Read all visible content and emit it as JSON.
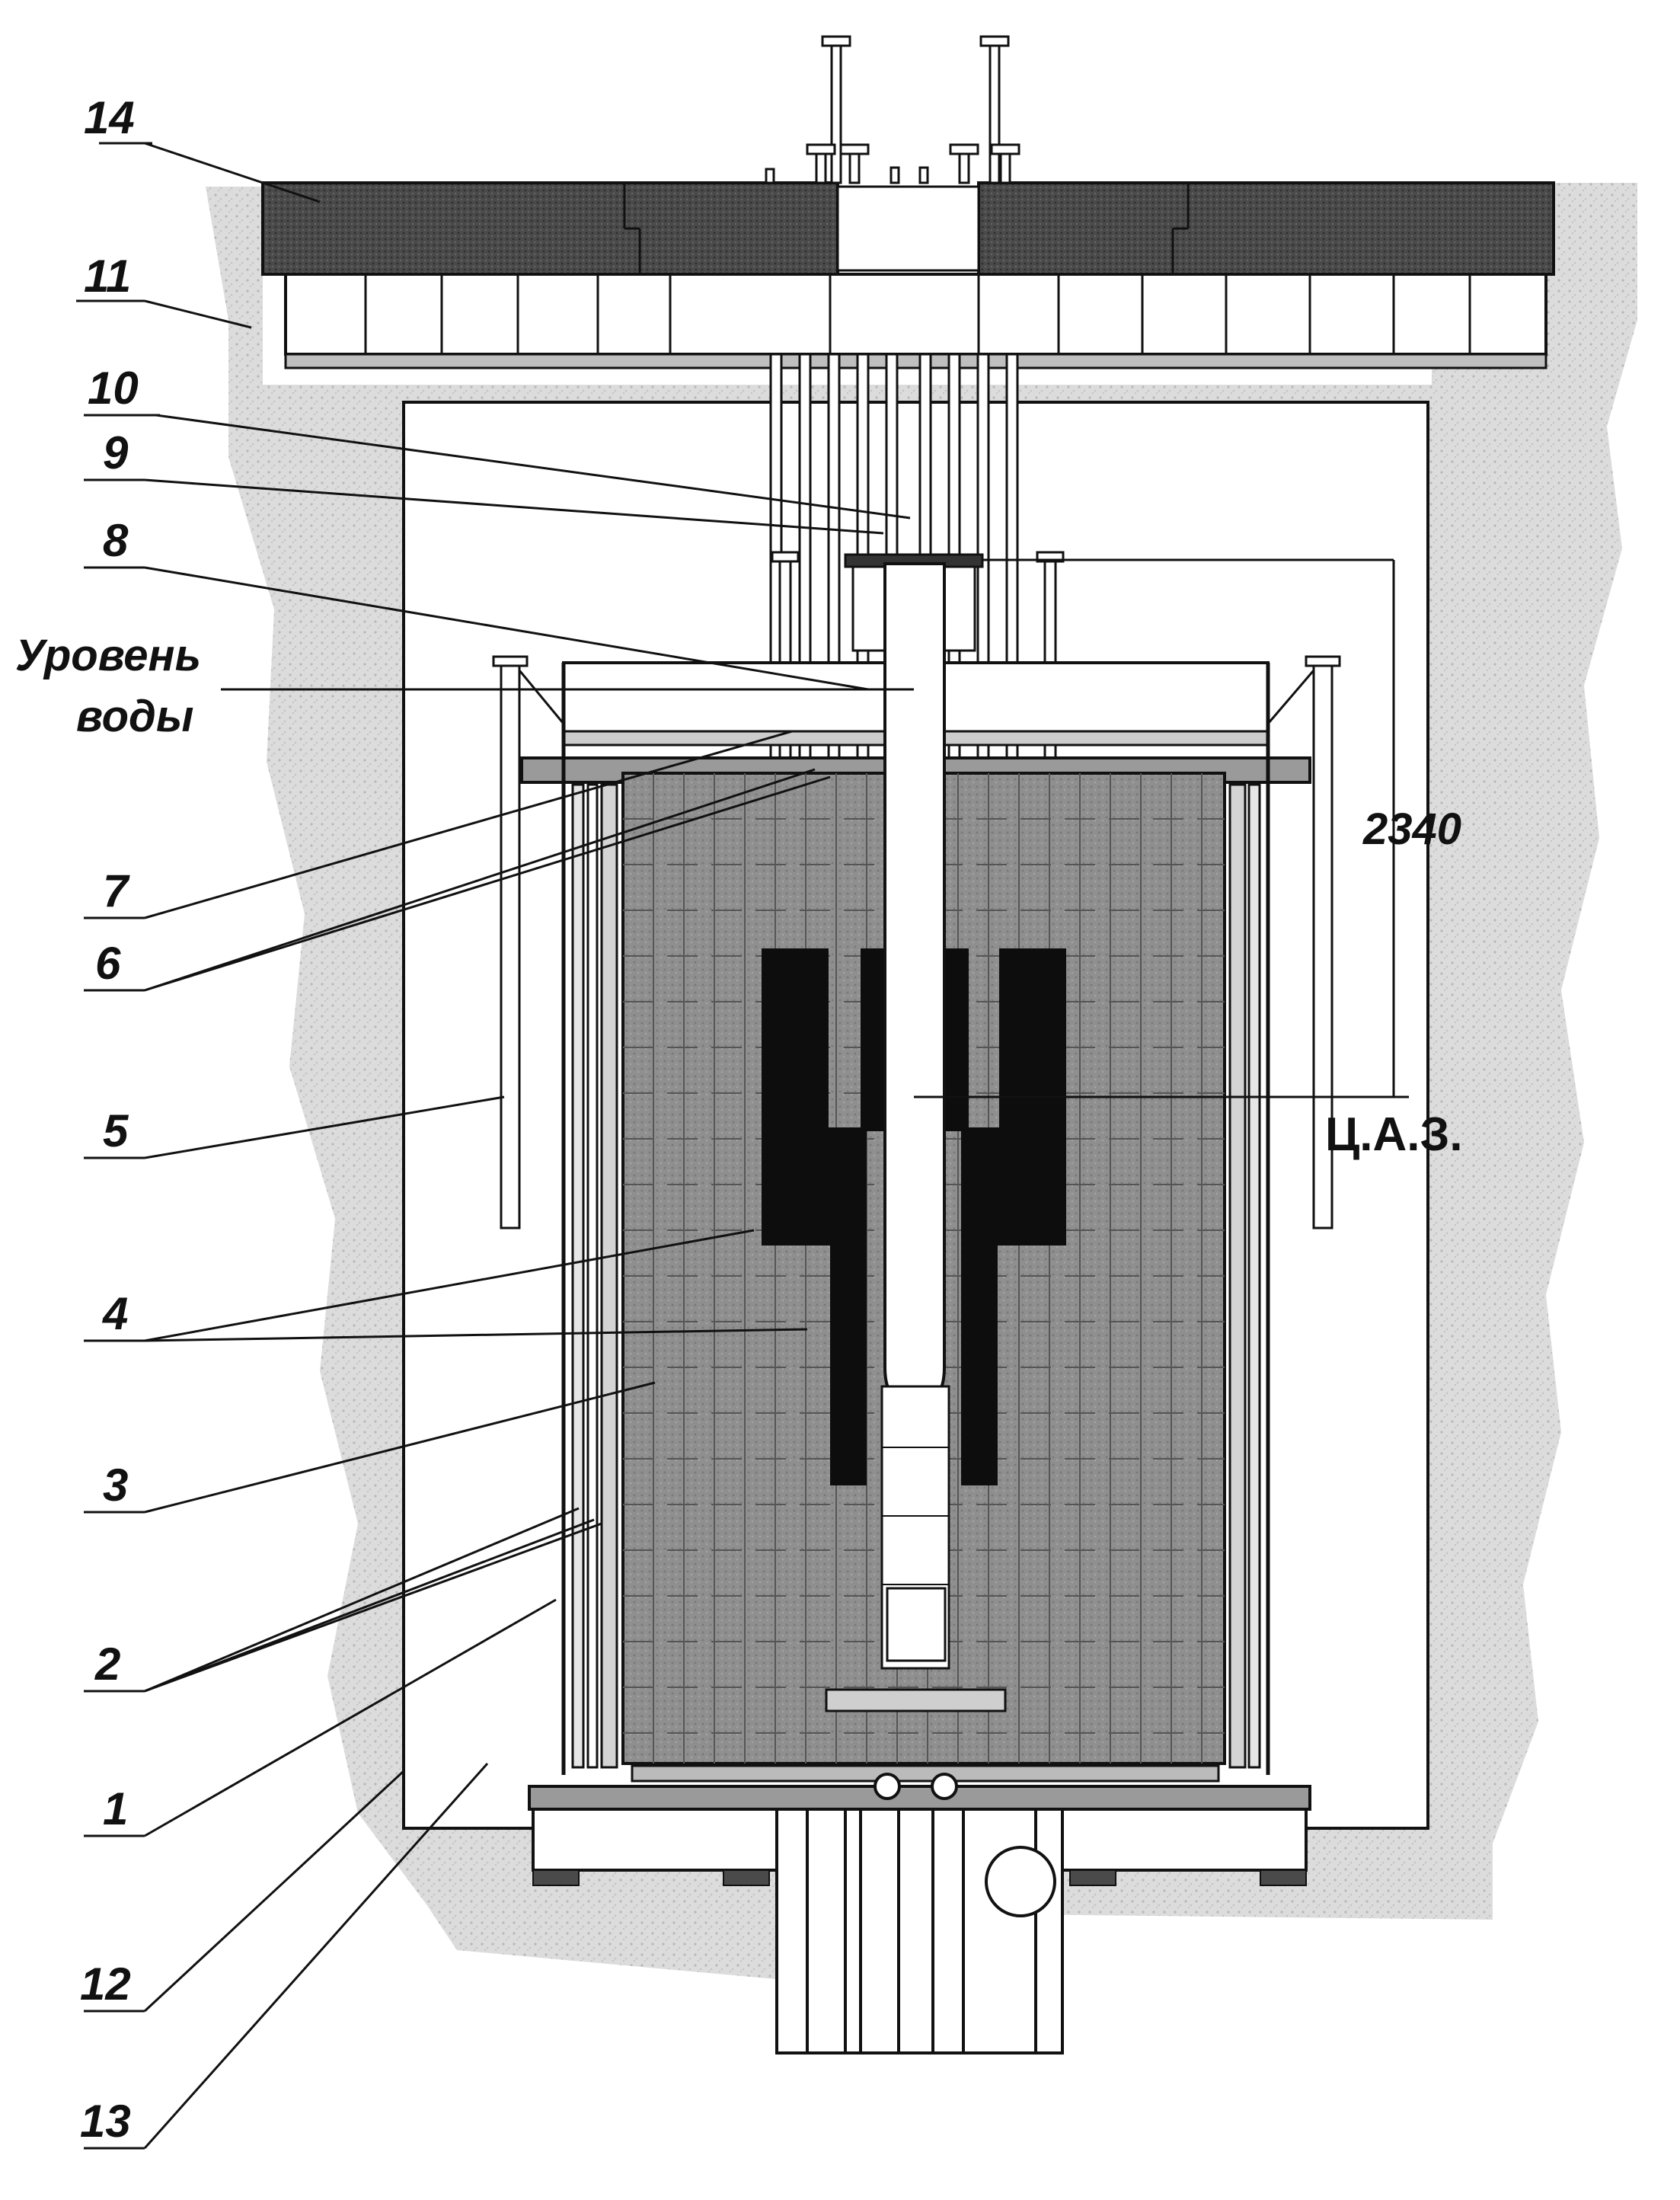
{
  "diagram": {
    "callouts": {
      "n1": "1",
      "n2": "2",
      "n3": "3",
      "n4": "4",
      "n5": "5",
      "n6": "6",
      "n7": "7",
      "n8": "8",
      "n9": "9",
      "n10": "10",
      "n11": "11",
      "n12": "12",
      "n13": "13",
      "n14": "14"
    },
    "water_level_line1": "Уровень",
    "water_level_line2": "воды",
    "dimension": "2340",
    "core_center_label": "Ц.А.З."
  },
  "colors": {
    "concrete": "#d9d9d9",
    "slab": "#4a4a4a",
    "graphite": "#8c8c8c",
    "fuel": "#0d0d0d",
    "line": "#111111"
  }
}
